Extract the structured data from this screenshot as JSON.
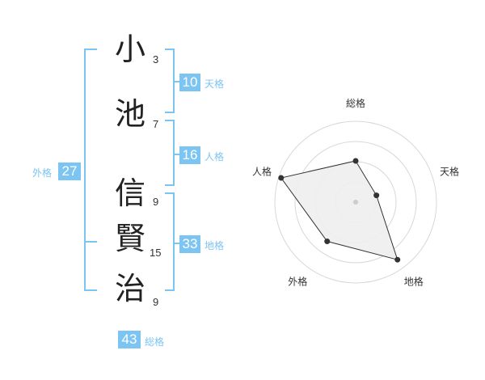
{
  "name": {
    "chars": [
      {
        "char": "小",
        "strokes": "3"
      },
      {
        "char": "池",
        "strokes": "7"
      },
      {
        "char": "信",
        "strokes": "9"
      },
      {
        "char": "賢",
        "strokes": "15"
      },
      {
        "char": "治",
        "strokes": "9"
      }
    ]
  },
  "kakusu": {
    "tenkaku": {
      "value": "10",
      "label": "天格"
    },
    "jinkaku": {
      "value": "16",
      "label": "人格"
    },
    "chikaku": {
      "value": "33",
      "label": "地格"
    },
    "gaikaku": {
      "value": "27",
      "label": "外格"
    },
    "soukaku": {
      "value": "43",
      "label": "総格"
    }
  },
  "colors": {
    "accent": "#7cc4f2",
    "text": "#222222"
  },
  "chart_data": {
    "type": "radar",
    "axes": [
      "総格",
      "天格",
      "地格",
      "外格",
      "人格"
    ],
    "values": [
      0.51,
      0.27,
      0.88,
      0.6,
      0.97
    ],
    "scale": [
      0,
      1
    ],
    "rings": 4
  }
}
